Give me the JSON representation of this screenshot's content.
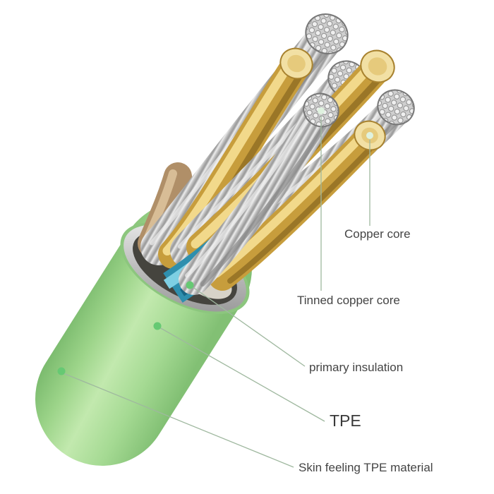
{
  "page": {
    "background": "#ffffff"
  },
  "diagram": {
    "type": "cable-cutaway-cross-section",
    "labels": {
      "copper_core": "Copper core",
      "tinned_copper_core": "Tinned copper core",
      "primary_insulation": "primary insulation",
      "tpe": "TPE",
      "skin_tpe": "Skin feeling TPE material"
    },
    "colors": {
      "jacket_green": "#a6d796",
      "shield_ring_silver": "#c6c6c6",
      "copper_core_gold": "#c79d3c",
      "tinned_copper_silver": "#c2c2c2",
      "primary_insulation_blue": "#2e8fae",
      "pointer_dot_green": "#66c973",
      "pointer_line": "#9fb89f",
      "label_text": "#444444"
    }
  }
}
